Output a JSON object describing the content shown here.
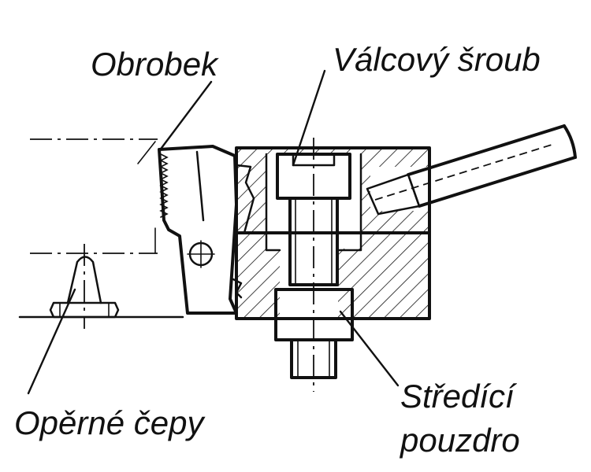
{
  "labels": {
    "workpiece": "Obrobek",
    "screw": "Válcový šroub",
    "pins": "Opěrné čepy",
    "bushing_line1": "Středící",
    "bushing_line2": "pouzdro"
  }
}
